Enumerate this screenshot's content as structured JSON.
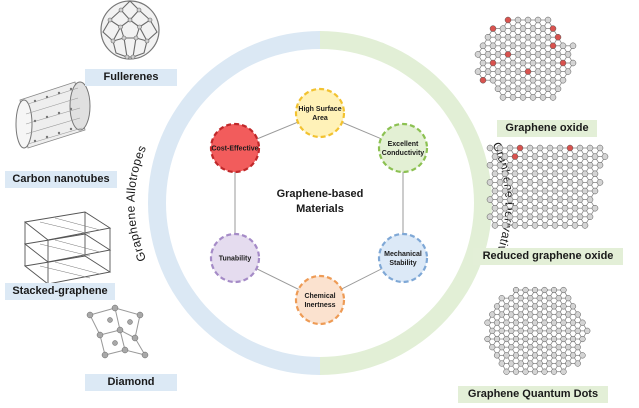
{
  "center": {
    "line1": "Graphene-based",
    "line2": "Materials"
  },
  "ring": {
    "left_label": "Graphene Allotropes",
    "right_label": "Graphene Derivatives",
    "left_color": "#dbe8f4",
    "right_color": "#e2efd6"
  },
  "properties": [
    {
      "lines": [
        "High Surface",
        "Area"
      ],
      "fill": "#fff2b8",
      "stroke": "#f2c230",
      "icon": "property-node"
    },
    {
      "lines": [
        "Excellent",
        "Conductivity"
      ],
      "fill": "#e3f0d4",
      "stroke": "#8cc152",
      "icon": "property-node"
    },
    {
      "lines": [
        "Mechanical",
        "Stability"
      ],
      "fill": "#dce9f7",
      "stroke": "#7fa8d6",
      "icon": "property-node"
    },
    {
      "lines": [
        "Chemical",
        "Inertness"
      ],
      "fill": "#fbe2cf",
      "stroke": "#ee9b55",
      "icon": "property-node"
    },
    {
      "lines": [
        "Tunability"
      ],
      "fill": "#e5dcef",
      "stroke": "#a58bc7",
      "icon": "property-node"
    },
    {
      "lines": [
        "Cost-Effective"
      ],
      "fill": "#f25c5c",
      "stroke": "#c0282a",
      "icon": "property-node"
    }
  ],
  "allotropes": [
    {
      "label": "Fullerenes",
      "icon": "fullerene-icon"
    },
    {
      "label": "Carbon nanotubes",
      "icon": "nanotube-icon"
    },
    {
      "label": "Stacked-graphene",
      "icon": "stacked-graphene-icon"
    },
    {
      "label": "Diamond",
      "icon": "diamond-lattice-icon"
    }
  ],
  "derivatives": [
    {
      "label": "Graphene oxide",
      "icon": "graphene-oxide-icon"
    },
    {
      "label": "Reduced graphene oxide",
      "icon": "reduced-graphene-oxide-icon"
    },
    {
      "label": "Graphene Quantum Dots",
      "icon": "graphene-quantum-dots-icon"
    }
  ]
}
